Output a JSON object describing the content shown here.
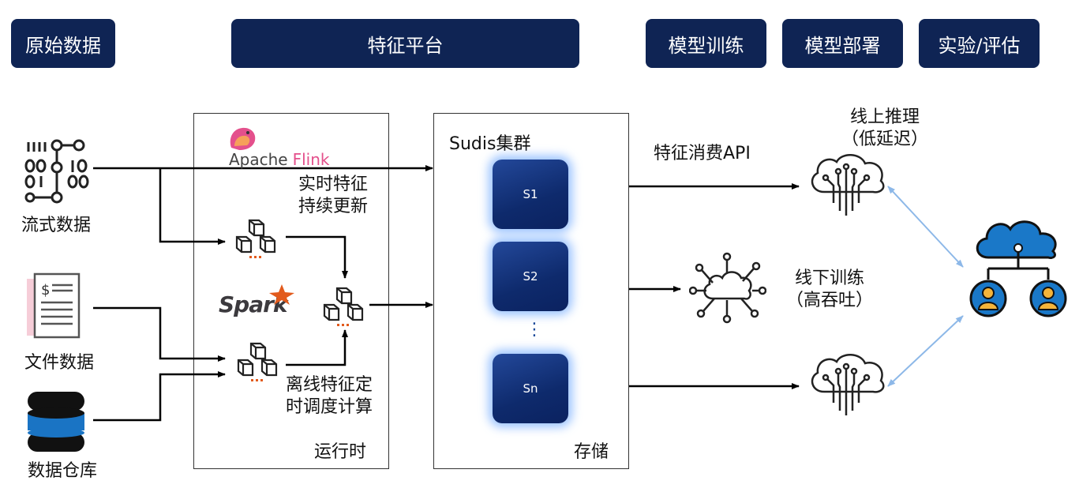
{
  "headers": {
    "raw_data": "原始数据",
    "feature_platform": "特征平台",
    "model_training": "模型训练",
    "model_deploy": "模型部署",
    "experiment": "实验/评估"
  },
  "sources": {
    "stream": "流式数据",
    "file": "文件数据",
    "warehouse": "数据仓库"
  },
  "runtime": {
    "flink_logo": {
      "brand": "Apache",
      "product": "Flink"
    },
    "spark_logo": "Spark",
    "realtime_line1": "实时特征",
    "realtime_line2": "持续更新",
    "offline_line1": "离线特征定",
    "offline_line2": "时调度计算",
    "label": "运行时"
  },
  "storage": {
    "cluster": "Sudis集群",
    "nodes": [
      "S1",
      "S2",
      "Sn"
    ],
    "ellipsis": "⋮",
    "label": "存储"
  },
  "consumers": {
    "api": "特征消费API",
    "online_line1": "线上推理",
    "online_line2": "（低延迟）",
    "offline_line1": "线下训练",
    "offline_line2": "（高吞吐）"
  },
  "colors": {
    "header_bg": "#0f2454",
    "node_glow": "#78afff",
    "connector_blue": "#8db8e8",
    "icon_blue": "#1a78c8"
  }
}
